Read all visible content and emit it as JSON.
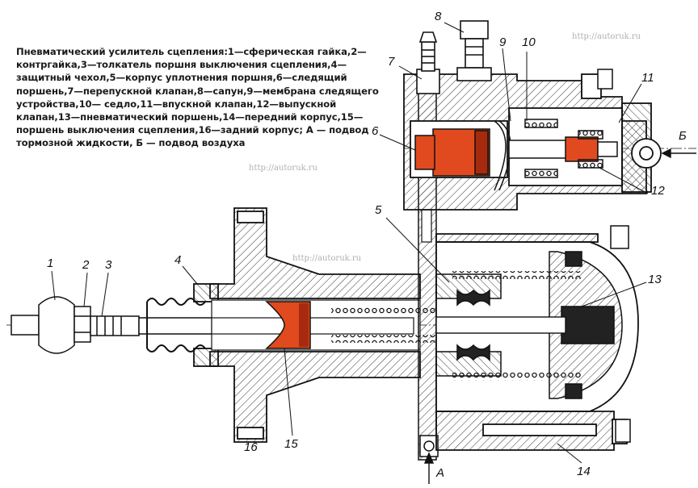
{
  "caption": "Пневматический усилитель сцепления:1—сферическая гайка,2—контргайка,3—толкатель поршня выключения сцепления,4—защитный чехол,5—корпус уплотнения поршня,6—следящий поршень,7—перепускной клапан,8—сапун,9—мембрана следящего устройства,10— седло,11—впускной клапан,12—выпускной клапан,13—пневматический поршень,14—передний корпус,15—поршень выключения сцепления,16—задний корпус; А — подвод тормозной жидкости, Б — подвод воздуха",
  "watermark": "http://autoruk.ru",
  "labels": {
    "n1": "1",
    "n2": "2",
    "n3": "3",
    "n4": "4",
    "n5": "5",
    "n6": "6",
    "n7": "7",
    "n8": "8",
    "n9": "9",
    "n10": "10",
    "n11": "11",
    "n12": "12",
    "n13": "13",
    "n14": "14",
    "n15": "15",
    "n16": "16",
    "inlet_a": "А",
    "inlet_b": "Б"
  },
  "colors": {
    "line": "#1a1a1a",
    "piston_red": "#e04a1e",
    "piston_dark": "#a82a0e",
    "hatch": "#333333",
    "background": "#ffffff"
  }
}
